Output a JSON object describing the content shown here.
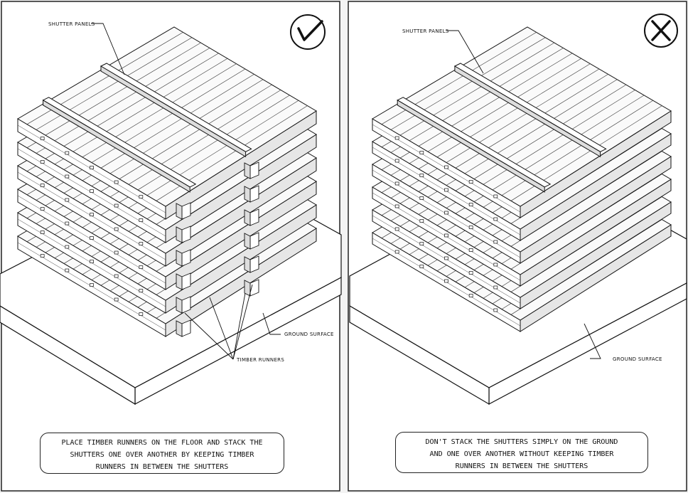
{
  "left_panel": {
    "marker_icon": "check-mark-icon",
    "label_shutter": "SHUTTER PANELS",
    "label_ground": "GROUND SURFACE",
    "label_runners": "TIMBER RUNNERS",
    "caption": [
      "PLACE TIMBER RUNNERS ON THE FLOOR AND STACK THE",
      "SHUTTERS ONE OVER ANOTHER BY KEEPING TIMBER",
      "RUNNERS IN BETWEEN THE SHUTTERS"
    ]
  },
  "right_panel": {
    "marker_icon": "cross-mark-icon",
    "label_shutter": "SHUTTER PANELS",
    "label_ground": "GROUND SURFACE",
    "caption": [
      "DON'T STACK THE SHUTTERS SIMPLY ON THE GROUND",
      "AND ONE OVER ANOTHER WITHOUT KEEPING TIMBER",
      "RUNNERS IN BETWEEN THE SHUTTERS"
    ]
  }
}
